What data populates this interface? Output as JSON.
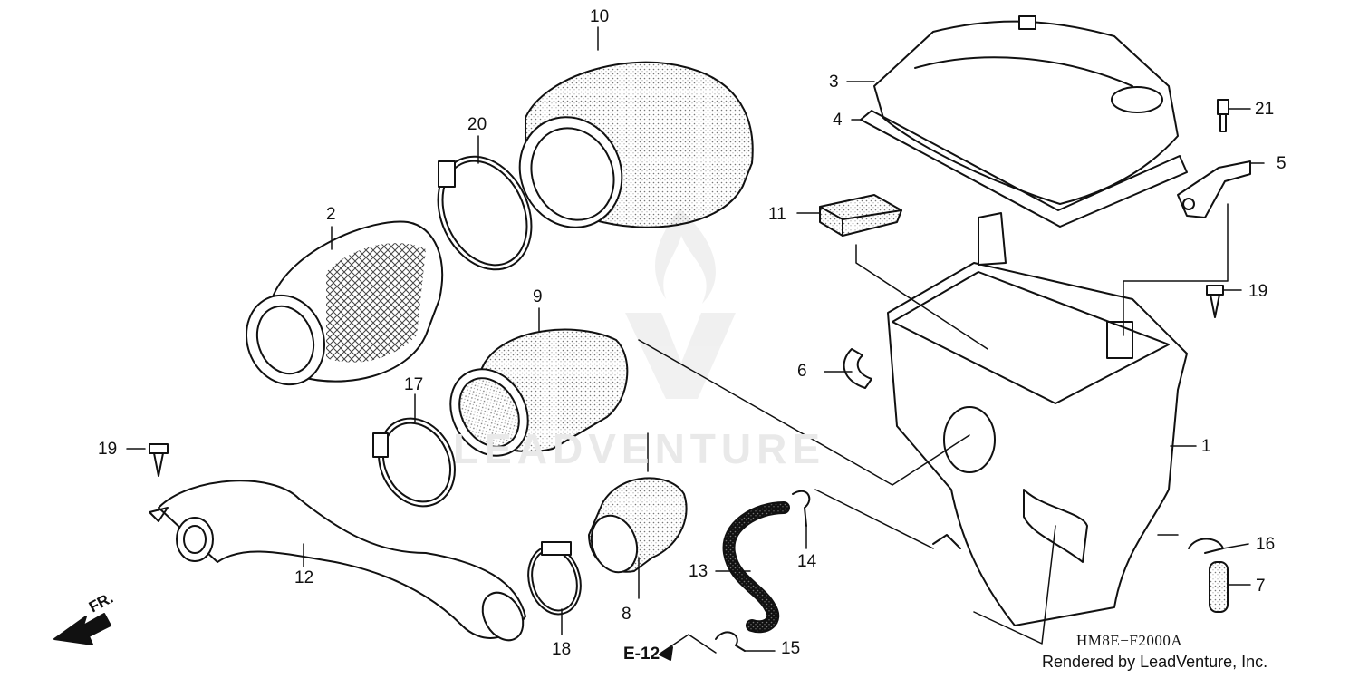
{
  "diagram": {
    "part_labels": [
      {
        "id": "1",
        "text": "1"
      },
      {
        "id": "2",
        "text": "2"
      },
      {
        "id": "3",
        "text": "3"
      },
      {
        "id": "4",
        "text": "4"
      },
      {
        "id": "5",
        "text": "5"
      },
      {
        "id": "6",
        "text": "6"
      },
      {
        "id": "7",
        "text": "7"
      },
      {
        "id": "8",
        "text": "8"
      },
      {
        "id": "9",
        "text": "9"
      },
      {
        "id": "10",
        "text": "10"
      },
      {
        "id": "11",
        "text": "11"
      },
      {
        "id": "12",
        "text": "12"
      },
      {
        "id": "13",
        "text": "13"
      },
      {
        "id": "14",
        "text": "14"
      },
      {
        "id": "15",
        "text": "15"
      },
      {
        "id": "16",
        "text": "16"
      },
      {
        "id": "17",
        "text": "17"
      },
      {
        "id": "18",
        "text": "18"
      },
      {
        "id": "19a",
        "text": "19"
      },
      {
        "id": "19b",
        "text": "19"
      },
      {
        "id": "20",
        "text": "20"
      },
      {
        "id": "21",
        "text": "21"
      }
    ],
    "reference_label": "E-12",
    "direction_label": "FR.",
    "diagram_code": "HM8E−F2000A",
    "credit": "Rendered by LeadVenture, Inc.",
    "watermark": "LEADVENTURE"
  }
}
